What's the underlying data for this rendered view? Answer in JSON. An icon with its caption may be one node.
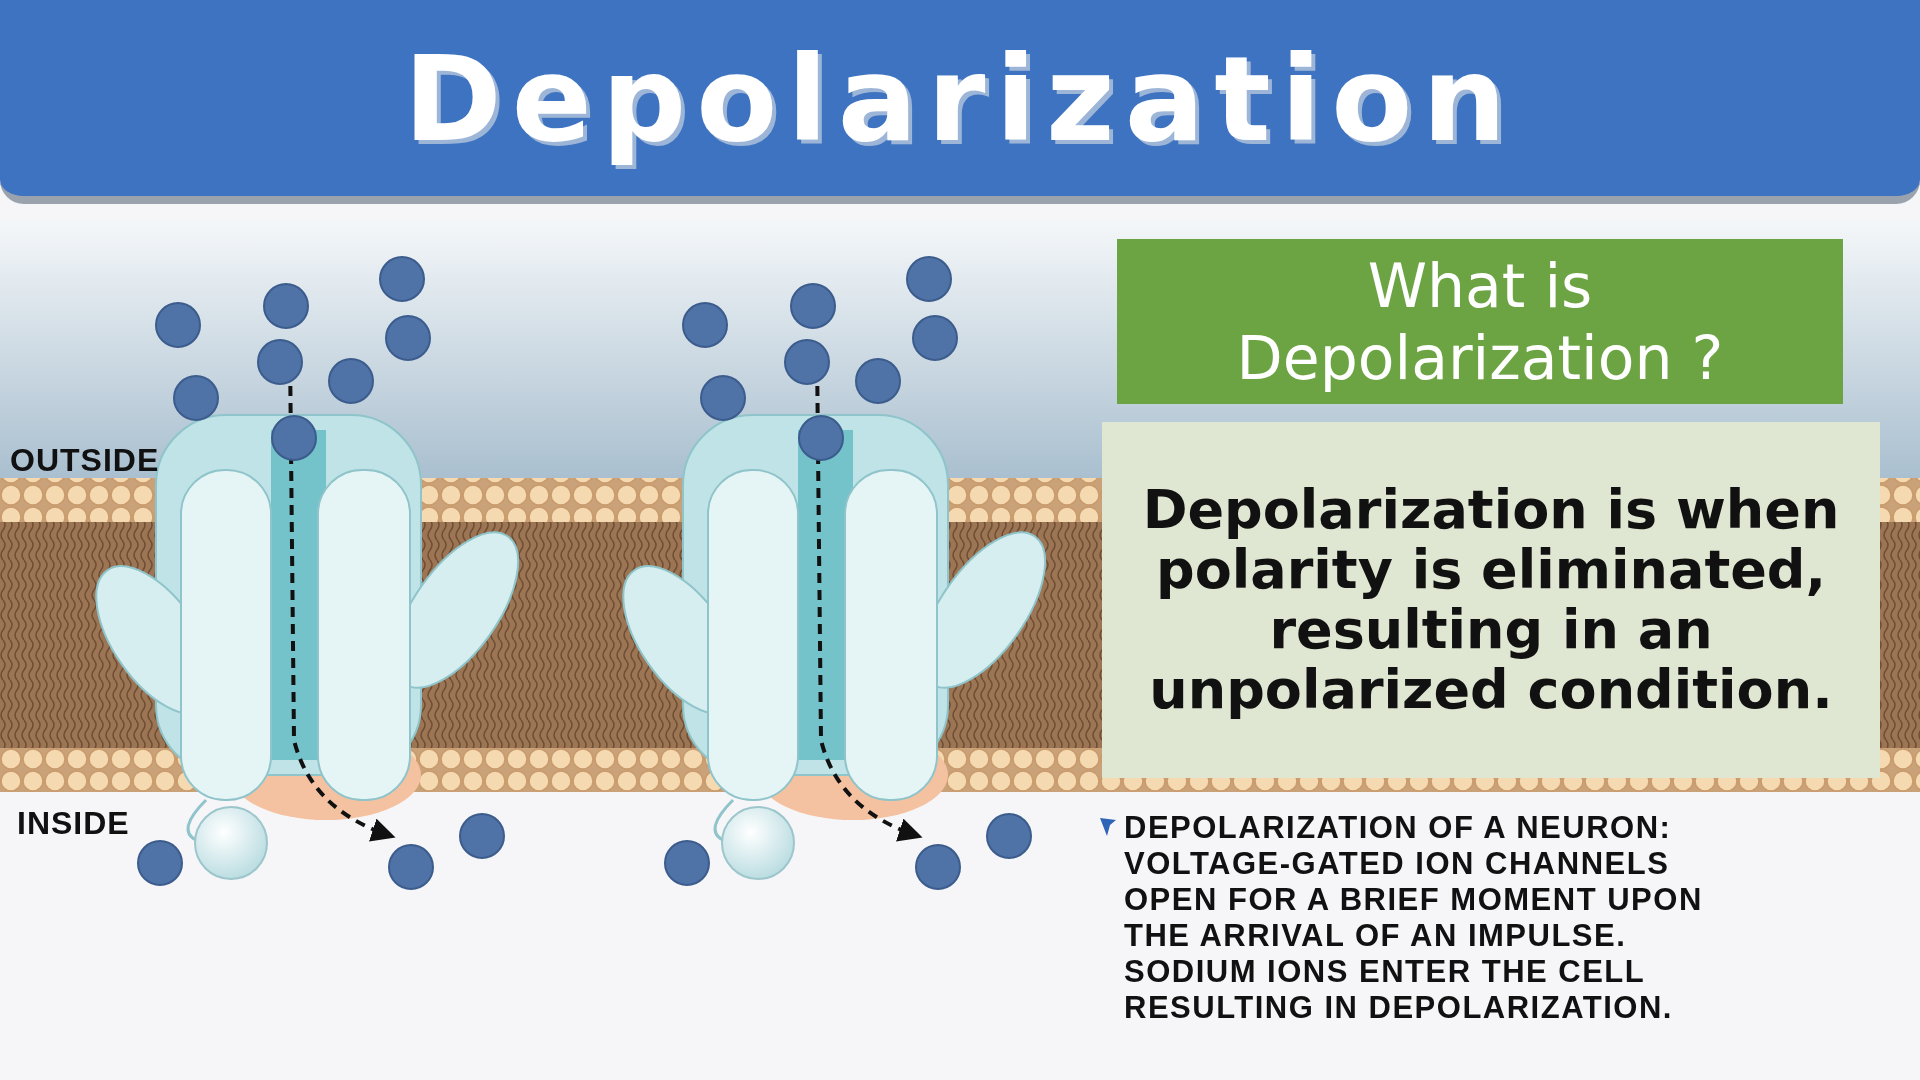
{
  "diagram": {
    "title": "Depolarization",
    "nodes": [
      {
        "text": [
          "What is Depolarization ?"
        ]
      },
      {
        "text": [
          "Depolarization is when polarity is eliminated, resulting in an unpolarized condition."
        ]
      }
    ],
    "labels": [
      "OUTSIDE",
      "INSIDE"
    ],
    "caption": "DEPOLARIZATION OF A NEURON: VOLTAGE-GATED ION CHANNELS OPEN FOR A BRIEF MOMENT UPON THE ARRIVAL OF AN IMPULSE. SODIUM IONS ENTER THE CELL RESULTING IN DEPOLARIZATION."
  }
}
